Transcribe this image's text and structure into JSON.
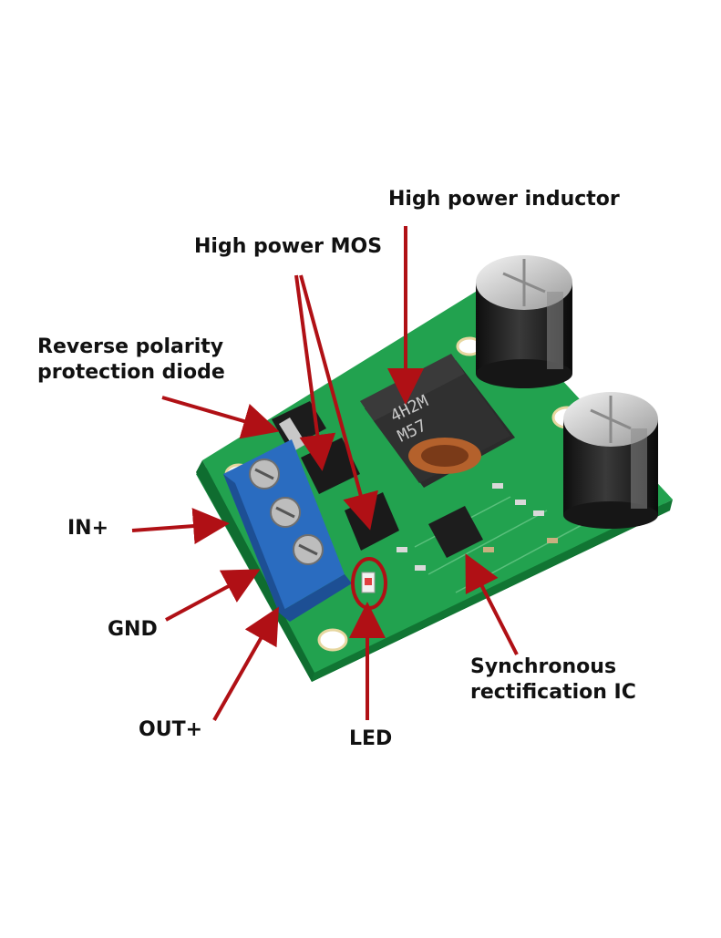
{
  "labels": {
    "inductor": "High power inductor",
    "mos": "High power MOS",
    "diode_line1": "Reverse polarity",
    "diode_line2": "protection diode",
    "in_plus": "IN+",
    "gnd": "GND",
    "out_plus": "OUT+",
    "led": "LED",
    "ic_line1": "Synchronous",
    "ic_line2": "rectification IC"
  },
  "board_markings": {
    "inductor_line1": "4H2M",
    "inductor_line2": "M57"
  },
  "colors": {
    "arrow": "#b01015",
    "pcb": "#1f9a4a",
    "terminal": "#2a6cc0",
    "capacitor": "#1c1c1c",
    "inductor": "#2b2b2b"
  }
}
